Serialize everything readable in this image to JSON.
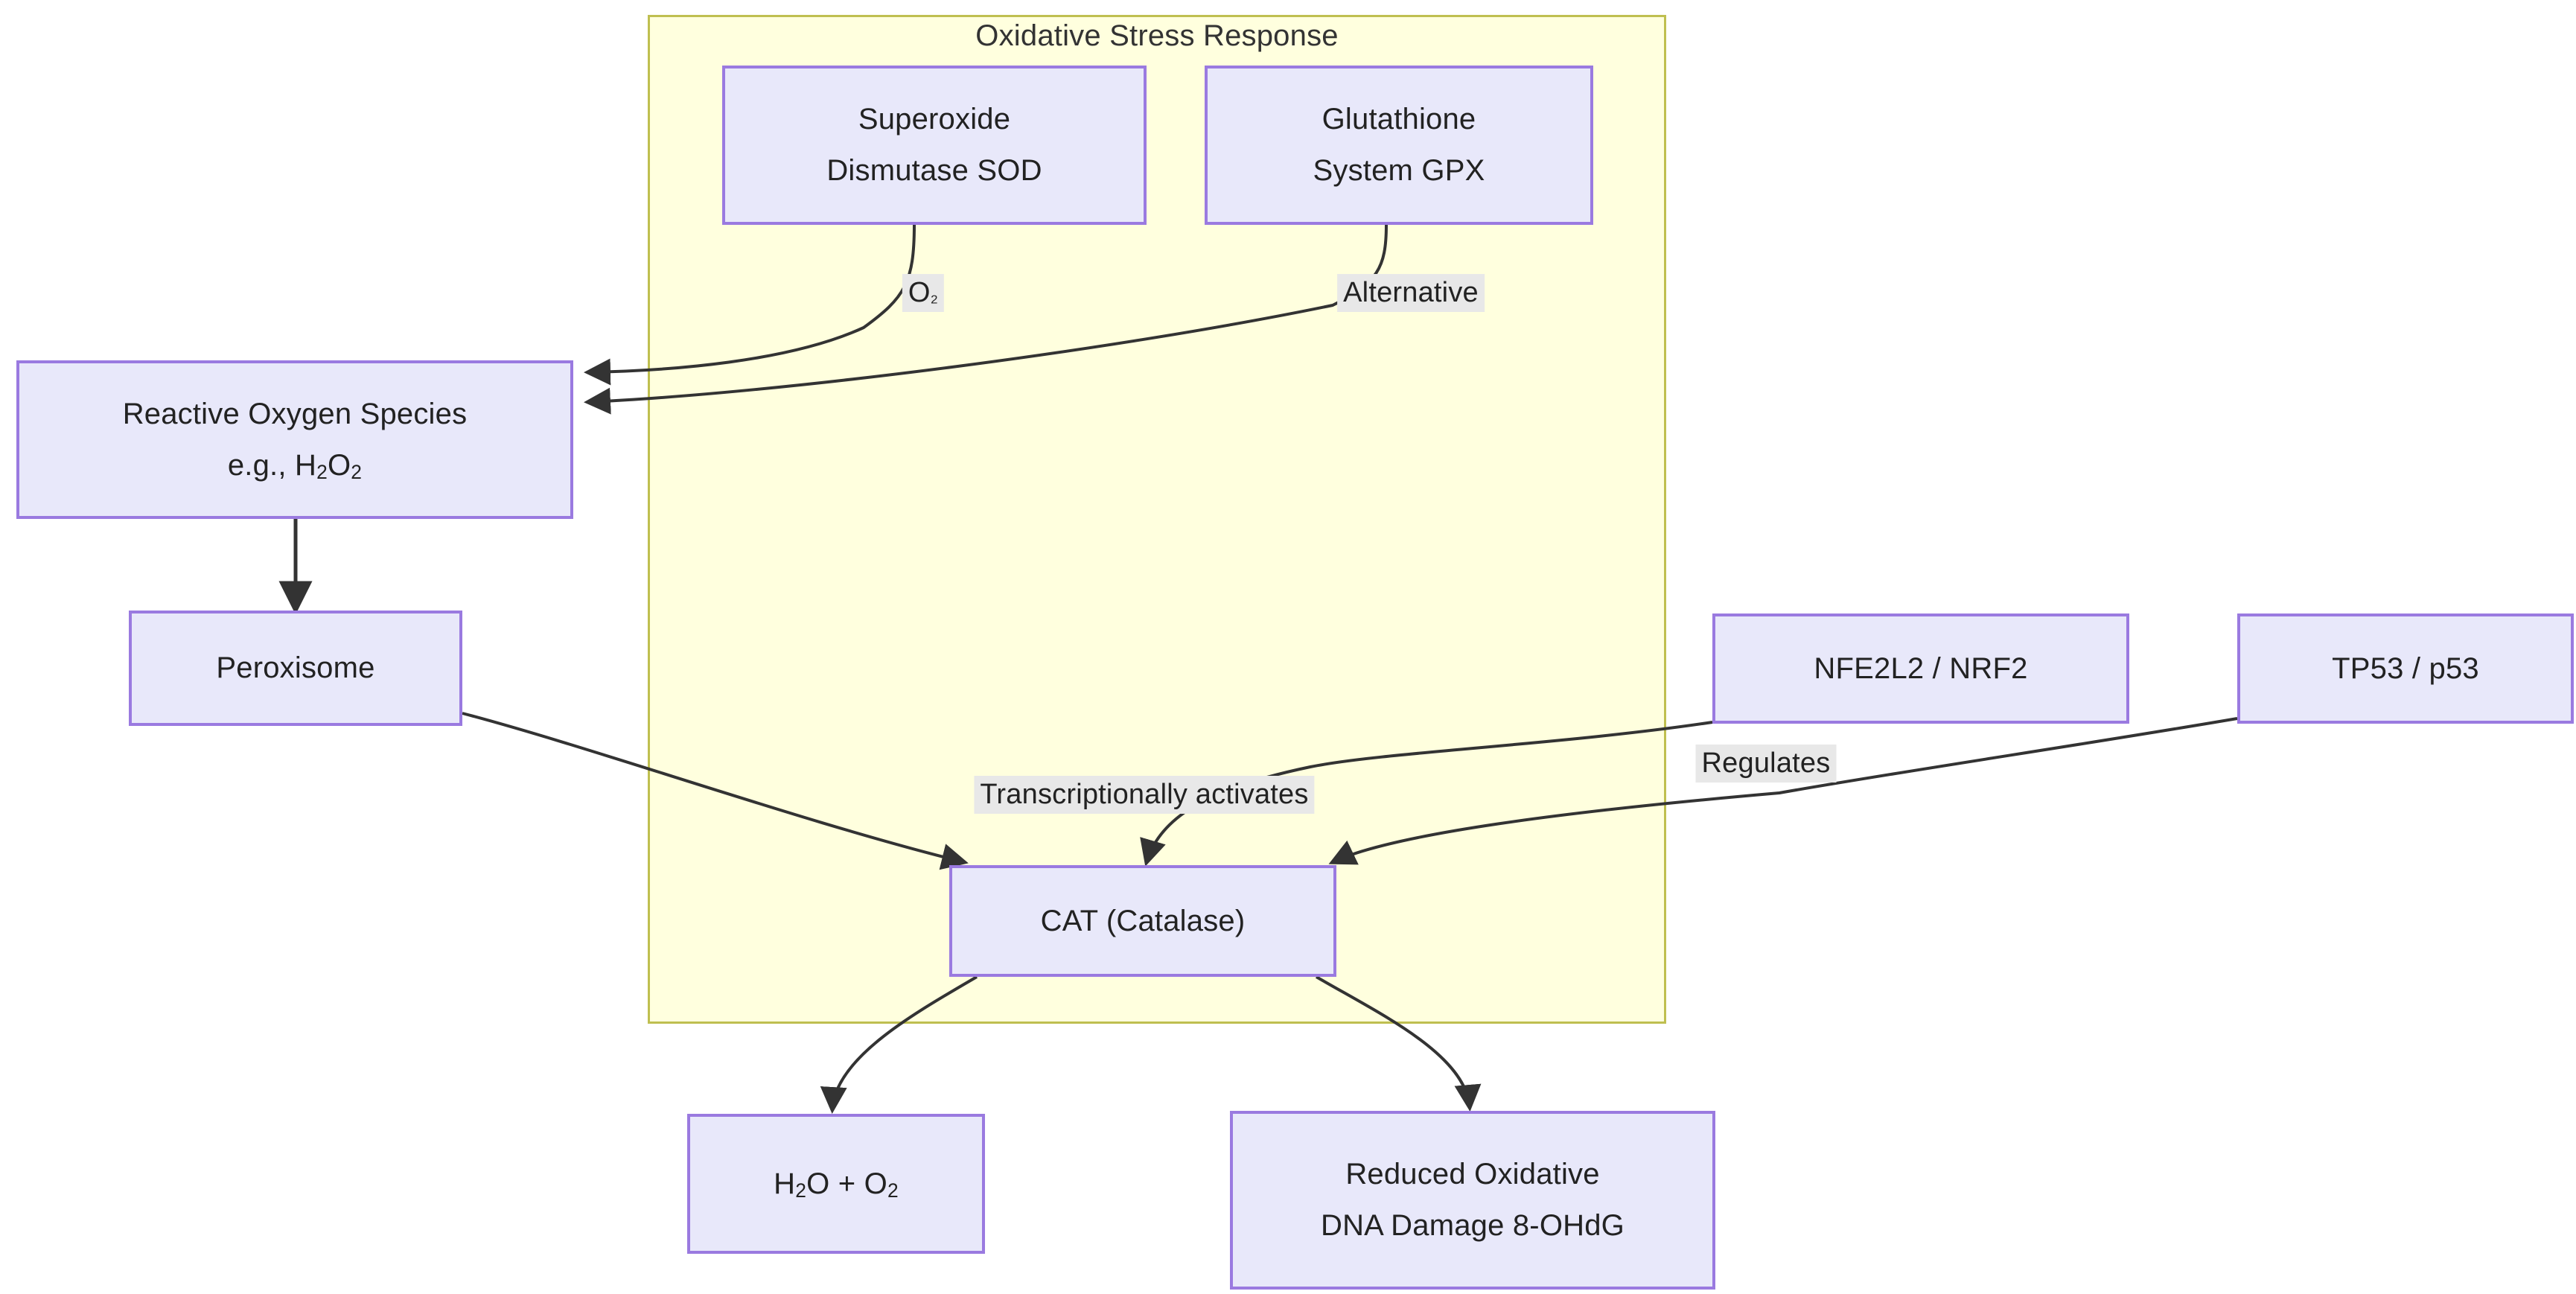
{
  "diagram": {
    "type": "flowchart",
    "background": "#ffffff",
    "node_fill": "#e8e8fa",
    "node_border": "#9a7ae0",
    "subgraph_fill": "#ffffde",
    "subgraph_border": "#bfbf50",
    "edge_color": "#333333",
    "label_bg": "#e8e8e8",
    "text_color": "#222222"
  },
  "subgraph": {
    "title": "Oxidative Stress Response"
  },
  "nodes": {
    "sod": {
      "line1": "Superoxide",
      "line2": "Dismutase SOD"
    },
    "gpx": {
      "line1": "Glutathione",
      "line2": "System GPX"
    },
    "ros": {
      "line1": "Reactive Oxygen Species",
      "line2_pre": "e.g., H",
      "line2_sub1": "2",
      "line2_mid": "O",
      "line2_sub2": "2"
    },
    "peroxisome": {
      "line1": "Peroxisome"
    },
    "nrf2": {
      "line1": "NFE2L2 / NRF2"
    },
    "tp53": {
      "line1": "TP53 / p53"
    },
    "cat": {
      "line1": "CAT (Catalase)"
    },
    "water_oxygen": {
      "pre": "H",
      "sub1": "2",
      "mid": "O + O",
      "sub2": "2"
    },
    "reduced_damage": {
      "line1": "Reduced Oxidative",
      "line2": "DNA Damage 8-OHdG"
    }
  },
  "edge_labels": {
    "o2": {
      "pre": "O",
      "sub": "₂"
    },
    "alternative": "Alternative",
    "transcriptionally_activates": "Transcriptionally activates",
    "regulates": "Regulates"
  },
  "edges": [
    {
      "from": "sod",
      "to": "ros",
      "label": "O₂"
    },
    {
      "from": "gpx",
      "to": "ros",
      "label": "Alternative"
    },
    {
      "from": "ros",
      "to": "peroxisome",
      "label": ""
    },
    {
      "from": "peroxisome",
      "to": "cat",
      "label": ""
    },
    {
      "from": "nrf2",
      "to": "cat",
      "label": "Transcriptionally activates"
    },
    {
      "from": "tp53",
      "to": "cat",
      "label": "Regulates"
    },
    {
      "from": "cat",
      "to": "water_oxygen",
      "label": ""
    },
    {
      "from": "cat",
      "to": "reduced_damage",
      "label": ""
    }
  ]
}
